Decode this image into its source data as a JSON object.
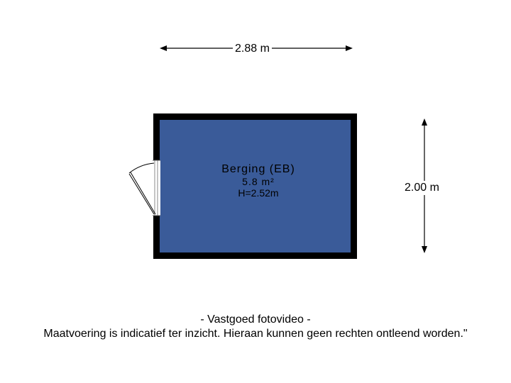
{
  "dimensions": {
    "width_label": "2.88 m",
    "height_label": "2.00 m"
  },
  "room": {
    "name": "Berging (EB)",
    "area": "5.8 m²",
    "height": "H=2.52m"
  },
  "footer": {
    "line1": "- Vastgoed fotovideo -",
    "line2": "Maatvoering is indicatief ter inzicht. Hieraan kunnen geen rechten ontleend worden.\""
  },
  "colors": {
    "room_fill": "#3a5b99",
    "wall": "#000000",
    "background": "#ffffff"
  },
  "icons": {
    "door": "door-swing-icon",
    "arrows": "dimension-arrow-icon"
  }
}
